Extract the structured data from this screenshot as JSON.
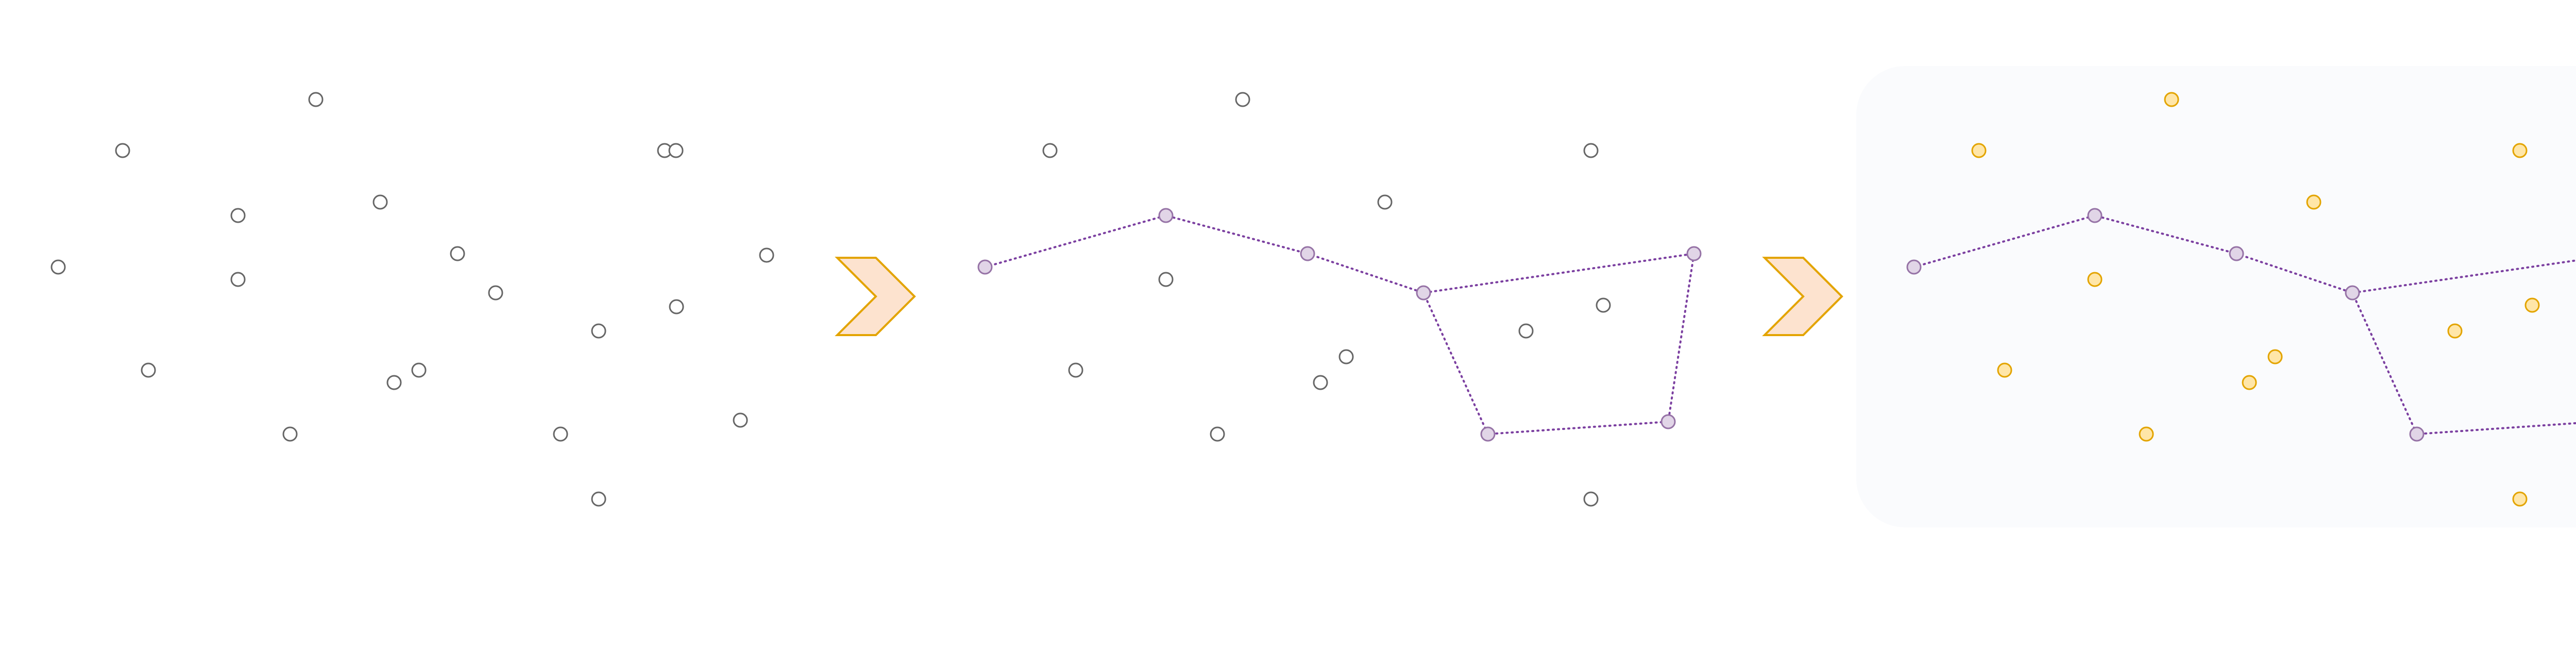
{
  "colors": {
    "background": "#ffffff",
    "panel_background": "#fafbfd",
    "star_outline": "#666666",
    "star_fill": "#ffffff",
    "selected_fill": "#e1d5e7",
    "selected_stroke": "#9673a6",
    "constellation_line": "#7b3fa0",
    "highlight_fill": "#ffe6a8",
    "highlight_stroke": "#e3a400",
    "arrow_fill": "#fde3cf",
    "arrow_stroke": "#e3a400"
  },
  "panels": [
    {
      "name": "raw-star-field",
      "stage": "unlabeled"
    },
    {
      "name": "constellation-traced",
      "stage": "traced"
    },
    {
      "name": "constellation-highlighted",
      "stage": "highlighted",
      "shaded_background": true
    }
  ],
  "arrows": [
    {
      "name": "step-arrow-1",
      "icon": "chevron-right-icon"
    },
    {
      "name": "step-arrow-2",
      "icon": "chevron-right-icon"
    }
  ],
  "constellation": {
    "name": "big-dipper-like-asterism",
    "star_count": 7,
    "background_star_count": 13
  }
}
